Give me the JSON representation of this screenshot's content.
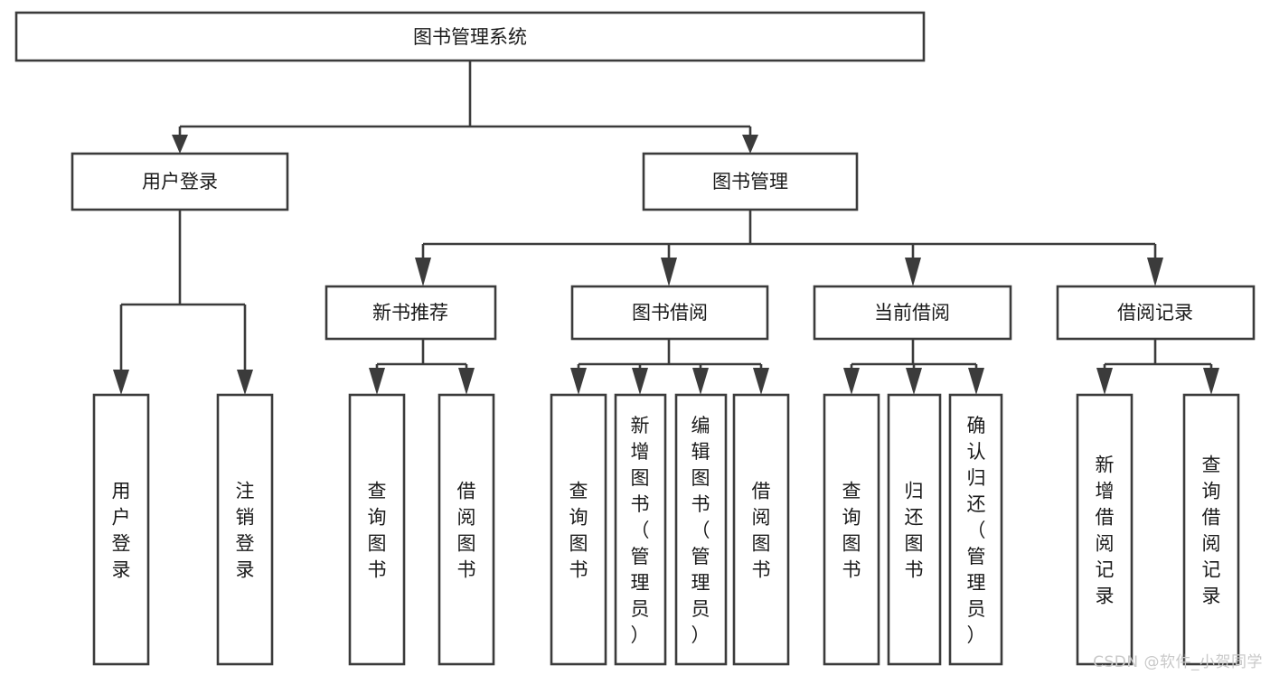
{
  "diagram": {
    "title": "图书管理系统",
    "type": "tree",
    "orientation": "top-down",
    "colors": {
      "box_fill": "#ffffff",
      "box_stroke": "#3b3b3b",
      "text": "#1a1a1a",
      "watermark": "#c9c9c9"
    },
    "nodes": {
      "root": {
        "label": "图书管理系统",
        "level": 1,
        "text_orientation": "horizontal"
      },
      "l2": [
        {
          "id": "user-login",
          "label": "用户登录",
          "level": 2,
          "text_orientation": "horizontal"
        },
        {
          "id": "book-manage",
          "label": "图书管理",
          "level": 2,
          "text_orientation": "horizontal"
        }
      ],
      "l3": [
        {
          "id": "new-book-rec",
          "label": "新书推荐",
          "level": 3,
          "text_orientation": "horizontal",
          "parent": "book-manage"
        },
        {
          "id": "book-borrow",
          "label": "图书借阅",
          "level": 3,
          "text_orientation": "horizontal",
          "parent": "book-manage"
        },
        {
          "id": "current-borrow",
          "label": "当前借阅",
          "level": 3,
          "text_orientation": "horizontal",
          "parent": "book-manage"
        },
        {
          "id": "borrow-record",
          "label": "借阅记录",
          "level": 3,
          "text_orientation": "horizontal",
          "parent": "book-manage"
        }
      ],
      "leaves": [
        {
          "id": "leaf-user-login",
          "label": "用户登录",
          "parent": "user-login",
          "text_orientation": "vertical"
        },
        {
          "id": "leaf-logout",
          "label": "注销登录",
          "parent": "user-login",
          "text_orientation": "vertical"
        },
        {
          "id": "leaf-query-book-1",
          "label": "查询图书",
          "parent": "new-book-rec",
          "text_orientation": "vertical"
        },
        {
          "id": "leaf-borrow-book-1",
          "label": "借阅图书",
          "parent": "new-book-rec",
          "text_orientation": "vertical"
        },
        {
          "id": "leaf-query-book-2",
          "label": "查询图书",
          "parent": "book-borrow",
          "text_orientation": "vertical"
        },
        {
          "id": "leaf-add-book",
          "label": "新增图书（管理员）",
          "parent": "book-borrow",
          "text_orientation": "vertical"
        },
        {
          "id": "leaf-edit-book",
          "label": "编辑图书（管理员）",
          "parent": "book-borrow",
          "text_orientation": "vertical"
        },
        {
          "id": "leaf-borrow-book-2",
          "label": "借阅图书",
          "parent": "book-borrow",
          "text_orientation": "vertical"
        },
        {
          "id": "leaf-query-book-3",
          "label": "查询图书",
          "parent": "current-borrow",
          "text_orientation": "vertical"
        },
        {
          "id": "leaf-return-book",
          "label": "归还图书",
          "parent": "current-borrow",
          "text_orientation": "vertical"
        },
        {
          "id": "leaf-confirm-return",
          "label": "确认归还（管理员）",
          "parent": "current-borrow",
          "text_orientation": "vertical"
        },
        {
          "id": "leaf-add-record",
          "label": "新增借阅记录",
          "parent": "borrow-record",
          "text_orientation": "vertical"
        },
        {
          "id": "leaf-query-record",
          "label": "查询借阅记录",
          "parent": "borrow-record",
          "text_orientation": "vertical"
        }
      ]
    }
  },
  "watermark": {
    "text": "CSDN @软件_小贺同学"
  }
}
